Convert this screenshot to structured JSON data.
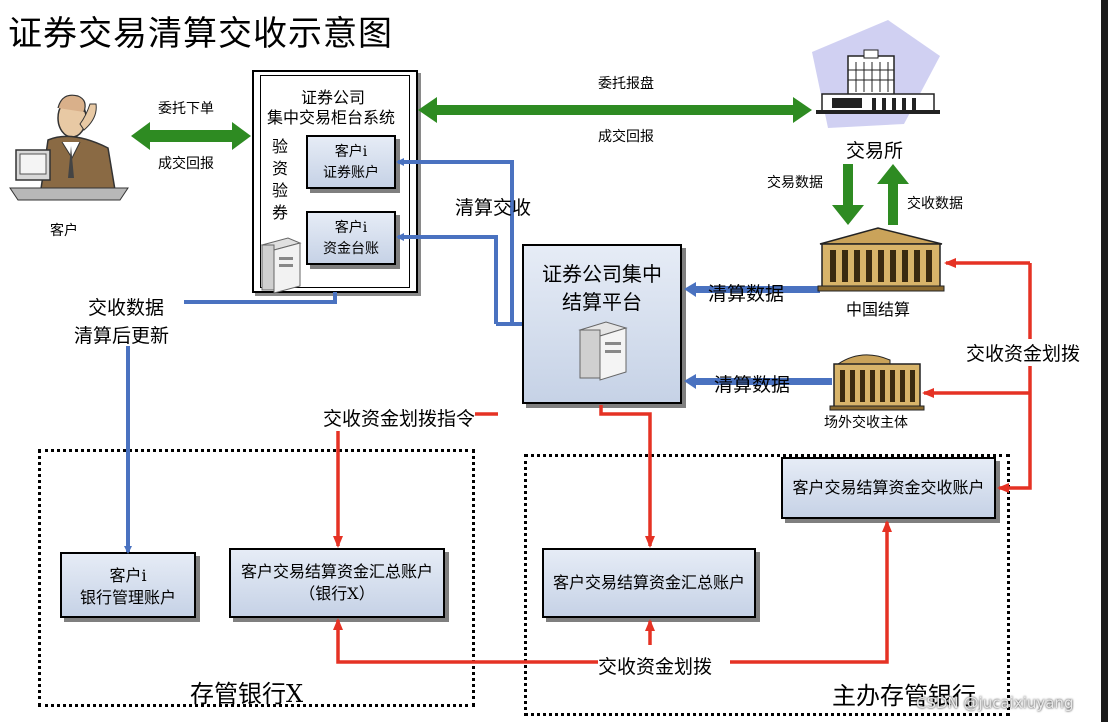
{
  "title": "证券交易清算交收示意图",
  "nodes": {
    "customer": "客户",
    "broker_system": {
      "line1": "证券公司",
      "line2": "集中交易柜台系统",
      "verify": [
        "验",
        "资",
        "验",
        "券"
      ]
    },
    "sec_account": {
      "line1": "客户i",
      "line2": "证券账户"
    },
    "fund_account": {
      "line1": "客户i",
      "line2": "资金台账"
    },
    "exchange": "交易所",
    "csdc": "中国结算",
    "otc": "场外交收主体",
    "platform": {
      "line1": "证券公司集中",
      "line2": "结算平台"
    },
    "bank_mgmt": {
      "line1": "客户i",
      "line2": "银行管理账户"
    },
    "summary_x": {
      "line1": "客户交易结算资金汇总账户",
      "line2": "（银行X）"
    },
    "summary_main": "客户交易结算资金汇总账户",
    "settle_account": "客户交易结算资金交收账户"
  },
  "labels": {
    "entrust": "委托下单",
    "deal_report_left": "成交回报",
    "entrust_report": "委托报盘",
    "deal_report_right": "成交回报",
    "trade_data": "交易数据",
    "settle_data": "交收数据",
    "clear_settle": "清算交收",
    "clear_data_1": "清算数据",
    "clear_data_2": "清算数据",
    "settle_data_line1": "交收数据",
    "settle_data_line2": "清算后更新",
    "fund_transfer_cmd": "交收资金划拨指令",
    "fund_transfer_right": "交收资金划拨",
    "fund_transfer_bottom": "交收资金划拨"
  },
  "regions": {
    "bank_x": "存管银行X",
    "main_bank": "主办存管银行"
  },
  "watermark": "CSDN @jucaixiuyang",
  "colors": {
    "green": "#2e8b22",
    "blue": "#4a72c0",
    "red": "#e53224",
    "box_fill": "#d2dcec"
  }
}
